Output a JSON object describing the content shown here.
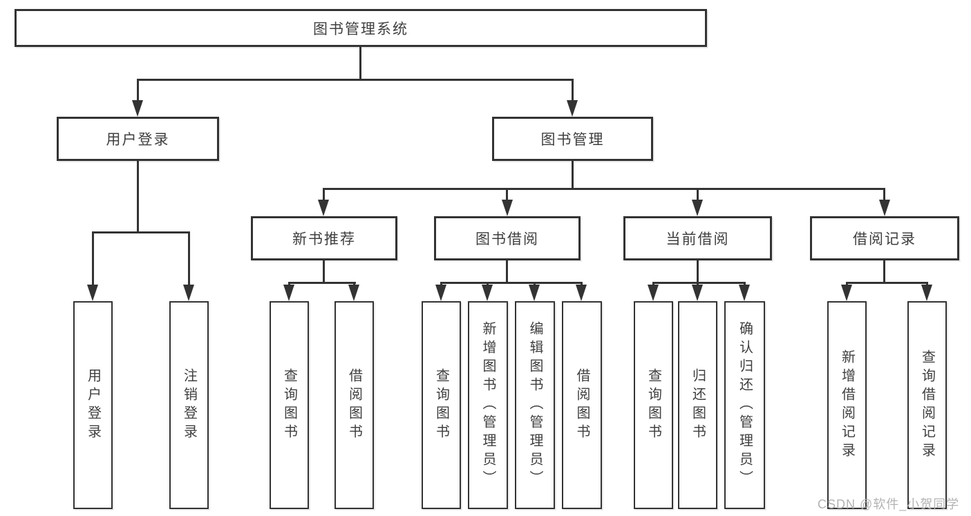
{
  "title": "图书管理系统",
  "level2": {
    "user_login": "用户登录",
    "book_mgmt": "图书管理"
  },
  "level3": {
    "new_book_rec": "新书推荐",
    "book_borrow": "图书借阅",
    "current_borrow": "当前借阅",
    "borrow_records": "借阅记录"
  },
  "leaves": {
    "user_login": [
      "用户登录",
      "注销登录"
    ],
    "new_book_rec": [
      "查询图书",
      "借阅图书"
    ],
    "book_borrow": [
      "查询图书",
      "新增图书（管理员）",
      "编辑图书（管理员）",
      "借阅图书"
    ],
    "current_borrow": [
      "查询图书",
      "归还图书",
      "确认归还（管理员）"
    ],
    "borrow_records": [
      "新增借阅记录",
      "查询借阅记录"
    ]
  },
  "watermark": "CSDN @软件_小贺同学",
  "colors": {
    "line": "#333333",
    "text": "#3f3f3f",
    "watermark": "#b3b3b3",
    "background": "#ffffff"
  }
}
